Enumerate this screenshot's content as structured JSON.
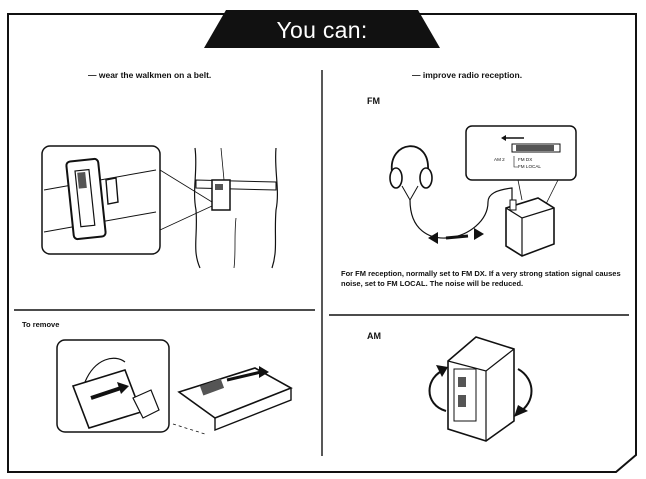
{
  "header": {
    "title": "You can:"
  },
  "belt": {
    "caption": "— wear the walkmen on a belt."
  },
  "remove": {
    "caption": "To remove"
  },
  "radio": {
    "caption": "— improve radio reception.",
    "fm_label": "FM",
    "fm_note": "For FM reception, normally set to FM DX. If a very strong station signal causes noise, set to FM LOCAL. The noise will be reduced.",
    "am_label": "AM",
    "switch_labels": {
      "am": "AM 2",
      "fm_dx": "FM DX",
      "fm_local": "FM LOCAL"
    }
  }
}
